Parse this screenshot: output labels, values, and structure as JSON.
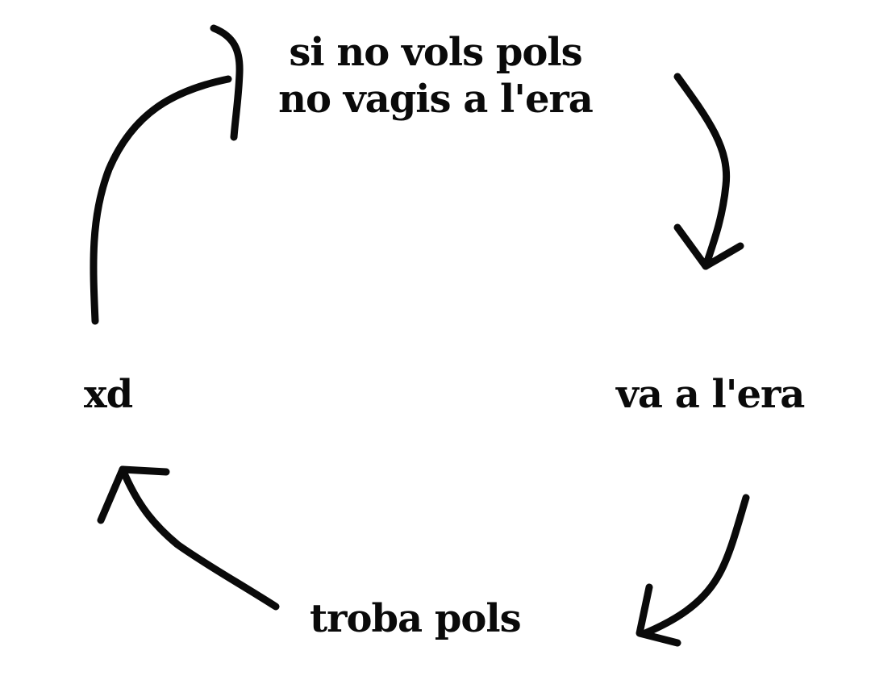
{
  "cycle": {
    "top": {
      "line1": "si no vols pols",
      "line2": "no vagis a l'era"
    },
    "right": "va a l'era",
    "bottom": "troba pols",
    "left": "xd"
  },
  "colors": {
    "ink": "#0a0a0a",
    "background": "#ffffff"
  }
}
